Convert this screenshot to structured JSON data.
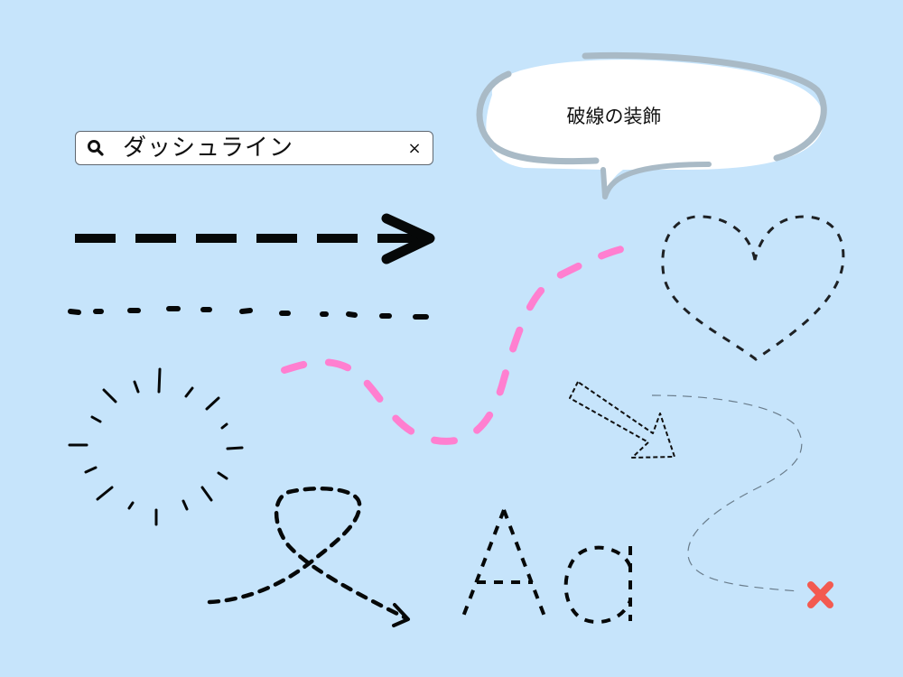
{
  "background_color": "#c6e4fb",
  "search": {
    "icon": "search-icon",
    "value": "ダッシュライン",
    "clear_label": "×",
    "clear_icon": "close-icon"
  },
  "speech_bubble": {
    "text": "破線の装飾",
    "fill": "#ffffff",
    "outline_color": "#a9bac6"
  },
  "decorations": [
    {
      "name": "bold-dashed-arrow",
      "color": "#060808"
    },
    {
      "name": "hand-drawn-dotted-line",
      "color": "#060808"
    },
    {
      "name": "radiating-burst-lines",
      "color": "#060808"
    },
    {
      "name": "pink-dashed-wave",
      "color": "#ff7fd0"
    },
    {
      "name": "dashed-heart",
      "color": "#1e2124"
    },
    {
      "name": "dashed-outline-arrow",
      "color": "#111111"
    },
    {
      "name": "thin-dashed-path",
      "color": "#6a7d8c"
    },
    {
      "name": "x-marker",
      "color": "#f35a50",
      "icon": "x-mark-icon"
    },
    {
      "name": "dashed-loop-arrow",
      "color": "#060808"
    },
    {
      "name": "dashed-letters",
      "text": "Aa",
      "color": "#060808"
    }
  ]
}
